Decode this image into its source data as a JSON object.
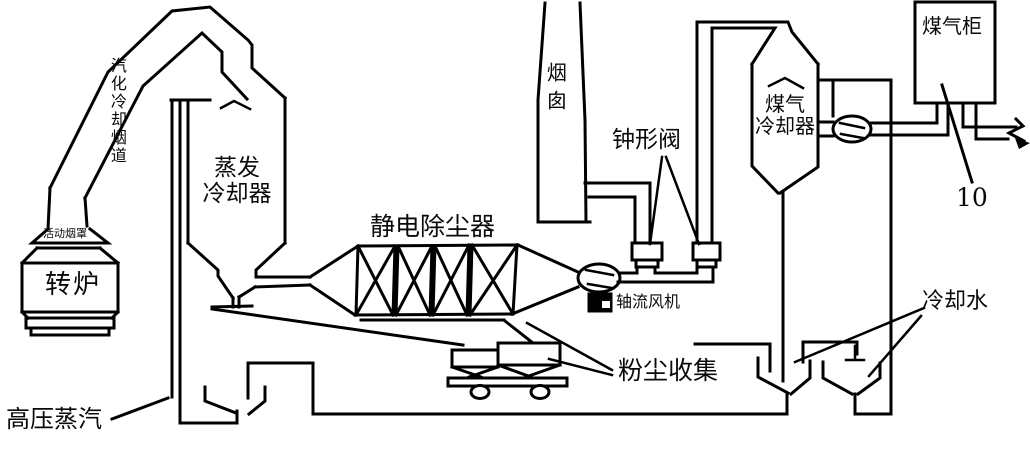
{
  "diagram": {
    "background": "#ffffff",
    "line_color": "#000000",
    "labels": {
      "vaporization_cooling_flue": "汽化冷却烟道",
      "movable_hood": "活动烟罩",
      "converter": "转炉",
      "evaporative_cooler_line1": "蒸发",
      "evaporative_cooler_line2": "冷却器",
      "electrostatic_precipitator": "静电除尘器",
      "chimney": "烟囱",
      "bell_valve": "钟形阀",
      "axial_fan": "轴流风机",
      "gas_cooler_line1": "煤气",
      "gas_cooler_line2": "冷却器",
      "gas_holder": "煤气柜",
      "gas_holder_number": "10",
      "dust_collection": "粉尘收集",
      "cooling_water": "冷却水",
      "high_pressure_steam": "高压蒸汽"
    }
  }
}
